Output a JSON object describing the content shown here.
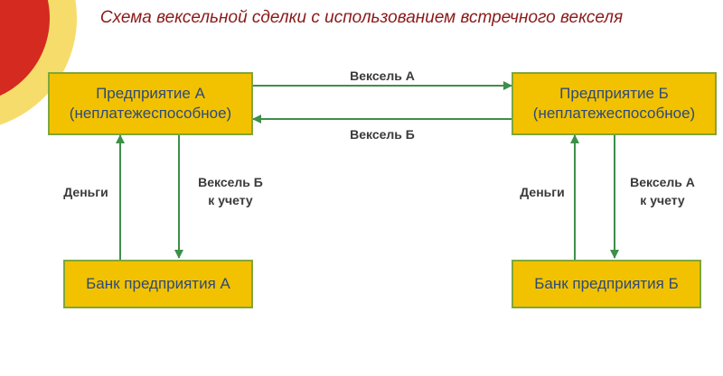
{
  "title": "Схема вексельной сделки с использованием встречного векселя",
  "enterprise_a": {
    "line1": "Предприятие А",
    "line2": "(неплатежеспособное)"
  },
  "enterprise_b": {
    "line1": "Предприятие Б",
    "line2": "(неплатежеспособное)"
  },
  "bank_a": "Банк предприятия А",
  "bank_b": "Банк предприятия Б",
  "labels": {
    "bill_a_top": "Вексель А",
    "bill_b_mid": "Вексель Б",
    "money_a": "Деньги",
    "bill_b_discount_1": "Вексель Б",
    "bill_b_discount_2": "к учету",
    "money_b": "Деньги",
    "bill_a_discount_1": "Вексель А",
    "bill_a_discount_2": "к учету"
  },
  "colors": {
    "box_fill": "#f2c200",
    "box_border": "#7fa63b",
    "arrow": "#3e8f4a",
    "title": "#8b1a1a"
  }
}
